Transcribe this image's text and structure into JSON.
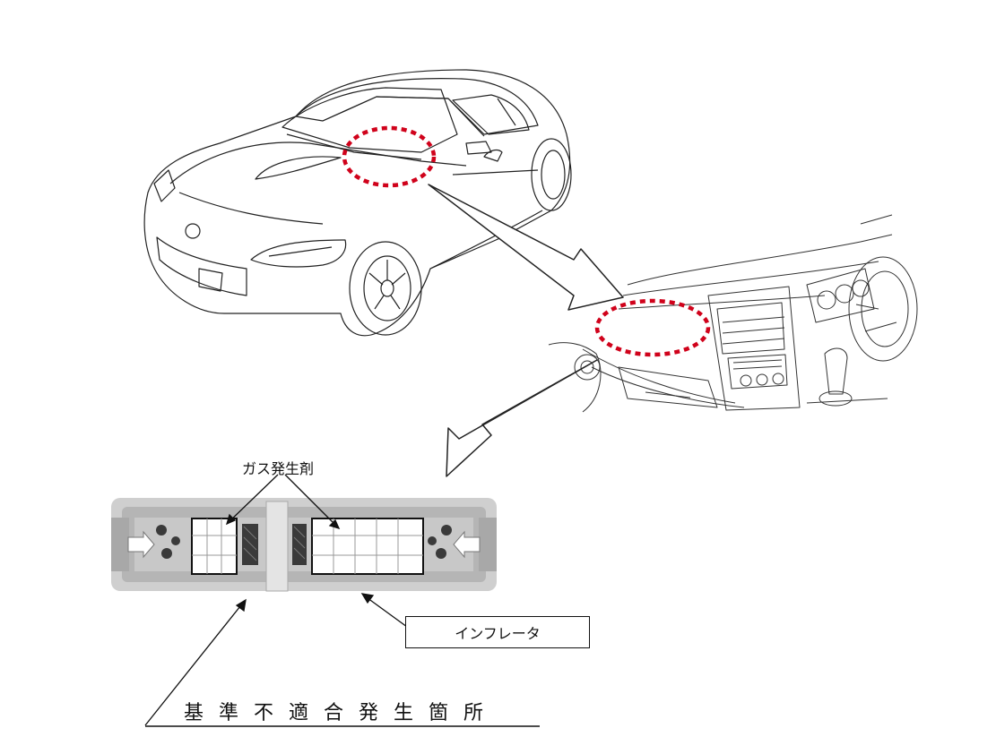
{
  "labels": {
    "gas_generant": "ガス発生剤",
    "inflator": "インフレータ",
    "nonconformity_location": "基準不適合発生箇所"
  },
  "colors": {
    "highlight": "#d0021b",
    "line": "#222222",
    "housing": "#bdbdbd",
    "housing_dark": "#8f8f8f",
    "generant_fill": "#ffffff"
  },
  "icons": {
    "car": "sports-car-icon",
    "dashboard": "dashboard-interior-icon",
    "inflator": "inflator-cross-section-icon"
  }
}
